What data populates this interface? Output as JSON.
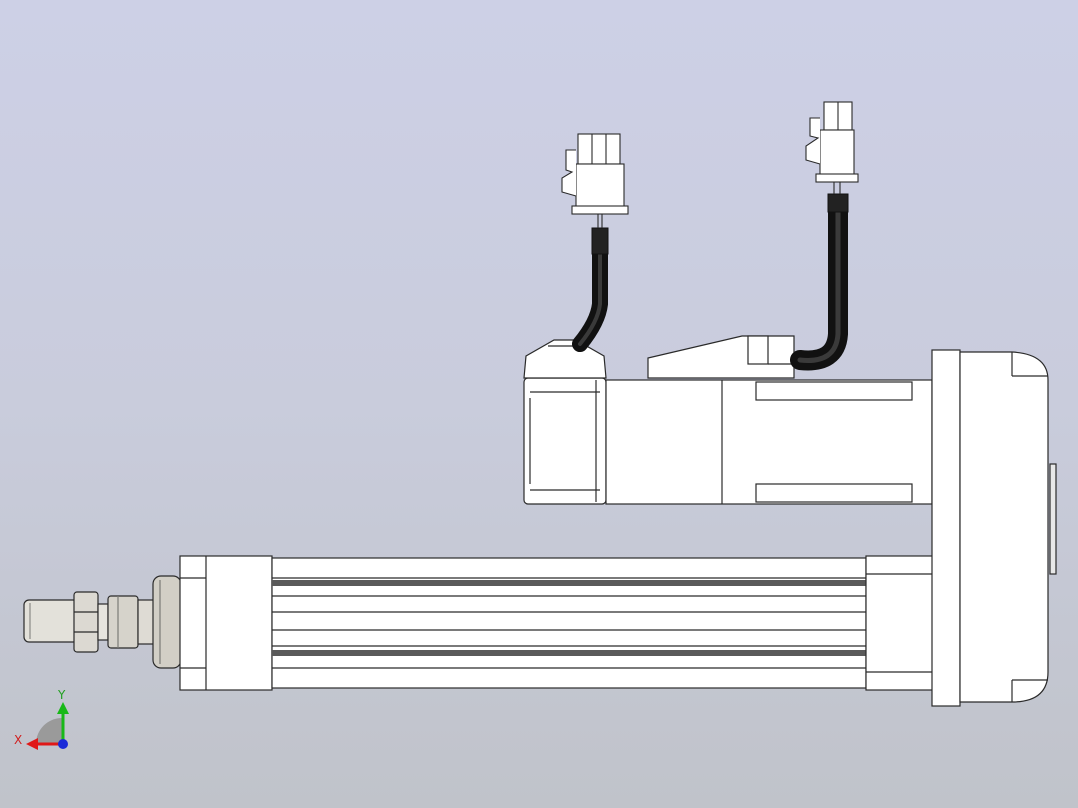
{
  "viewport": {
    "background_top": "#cdd0e6",
    "background_bottom": "#c0c3ca"
  },
  "model": {
    "description_icon": "electric-linear-actuator-model",
    "body_color": "#ffffff",
    "edge_color": "#2a2a2a",
    "cable_color": "#111111",
    "rod_color": "#d9d6cf"
  },
  "triad": {
    "x_label": "X",
    "y_label": "Y",
    "x_color": "#e01818",
    "y_color": "#18b818",
    "z_color": "#1a2ad8"
  }
}
